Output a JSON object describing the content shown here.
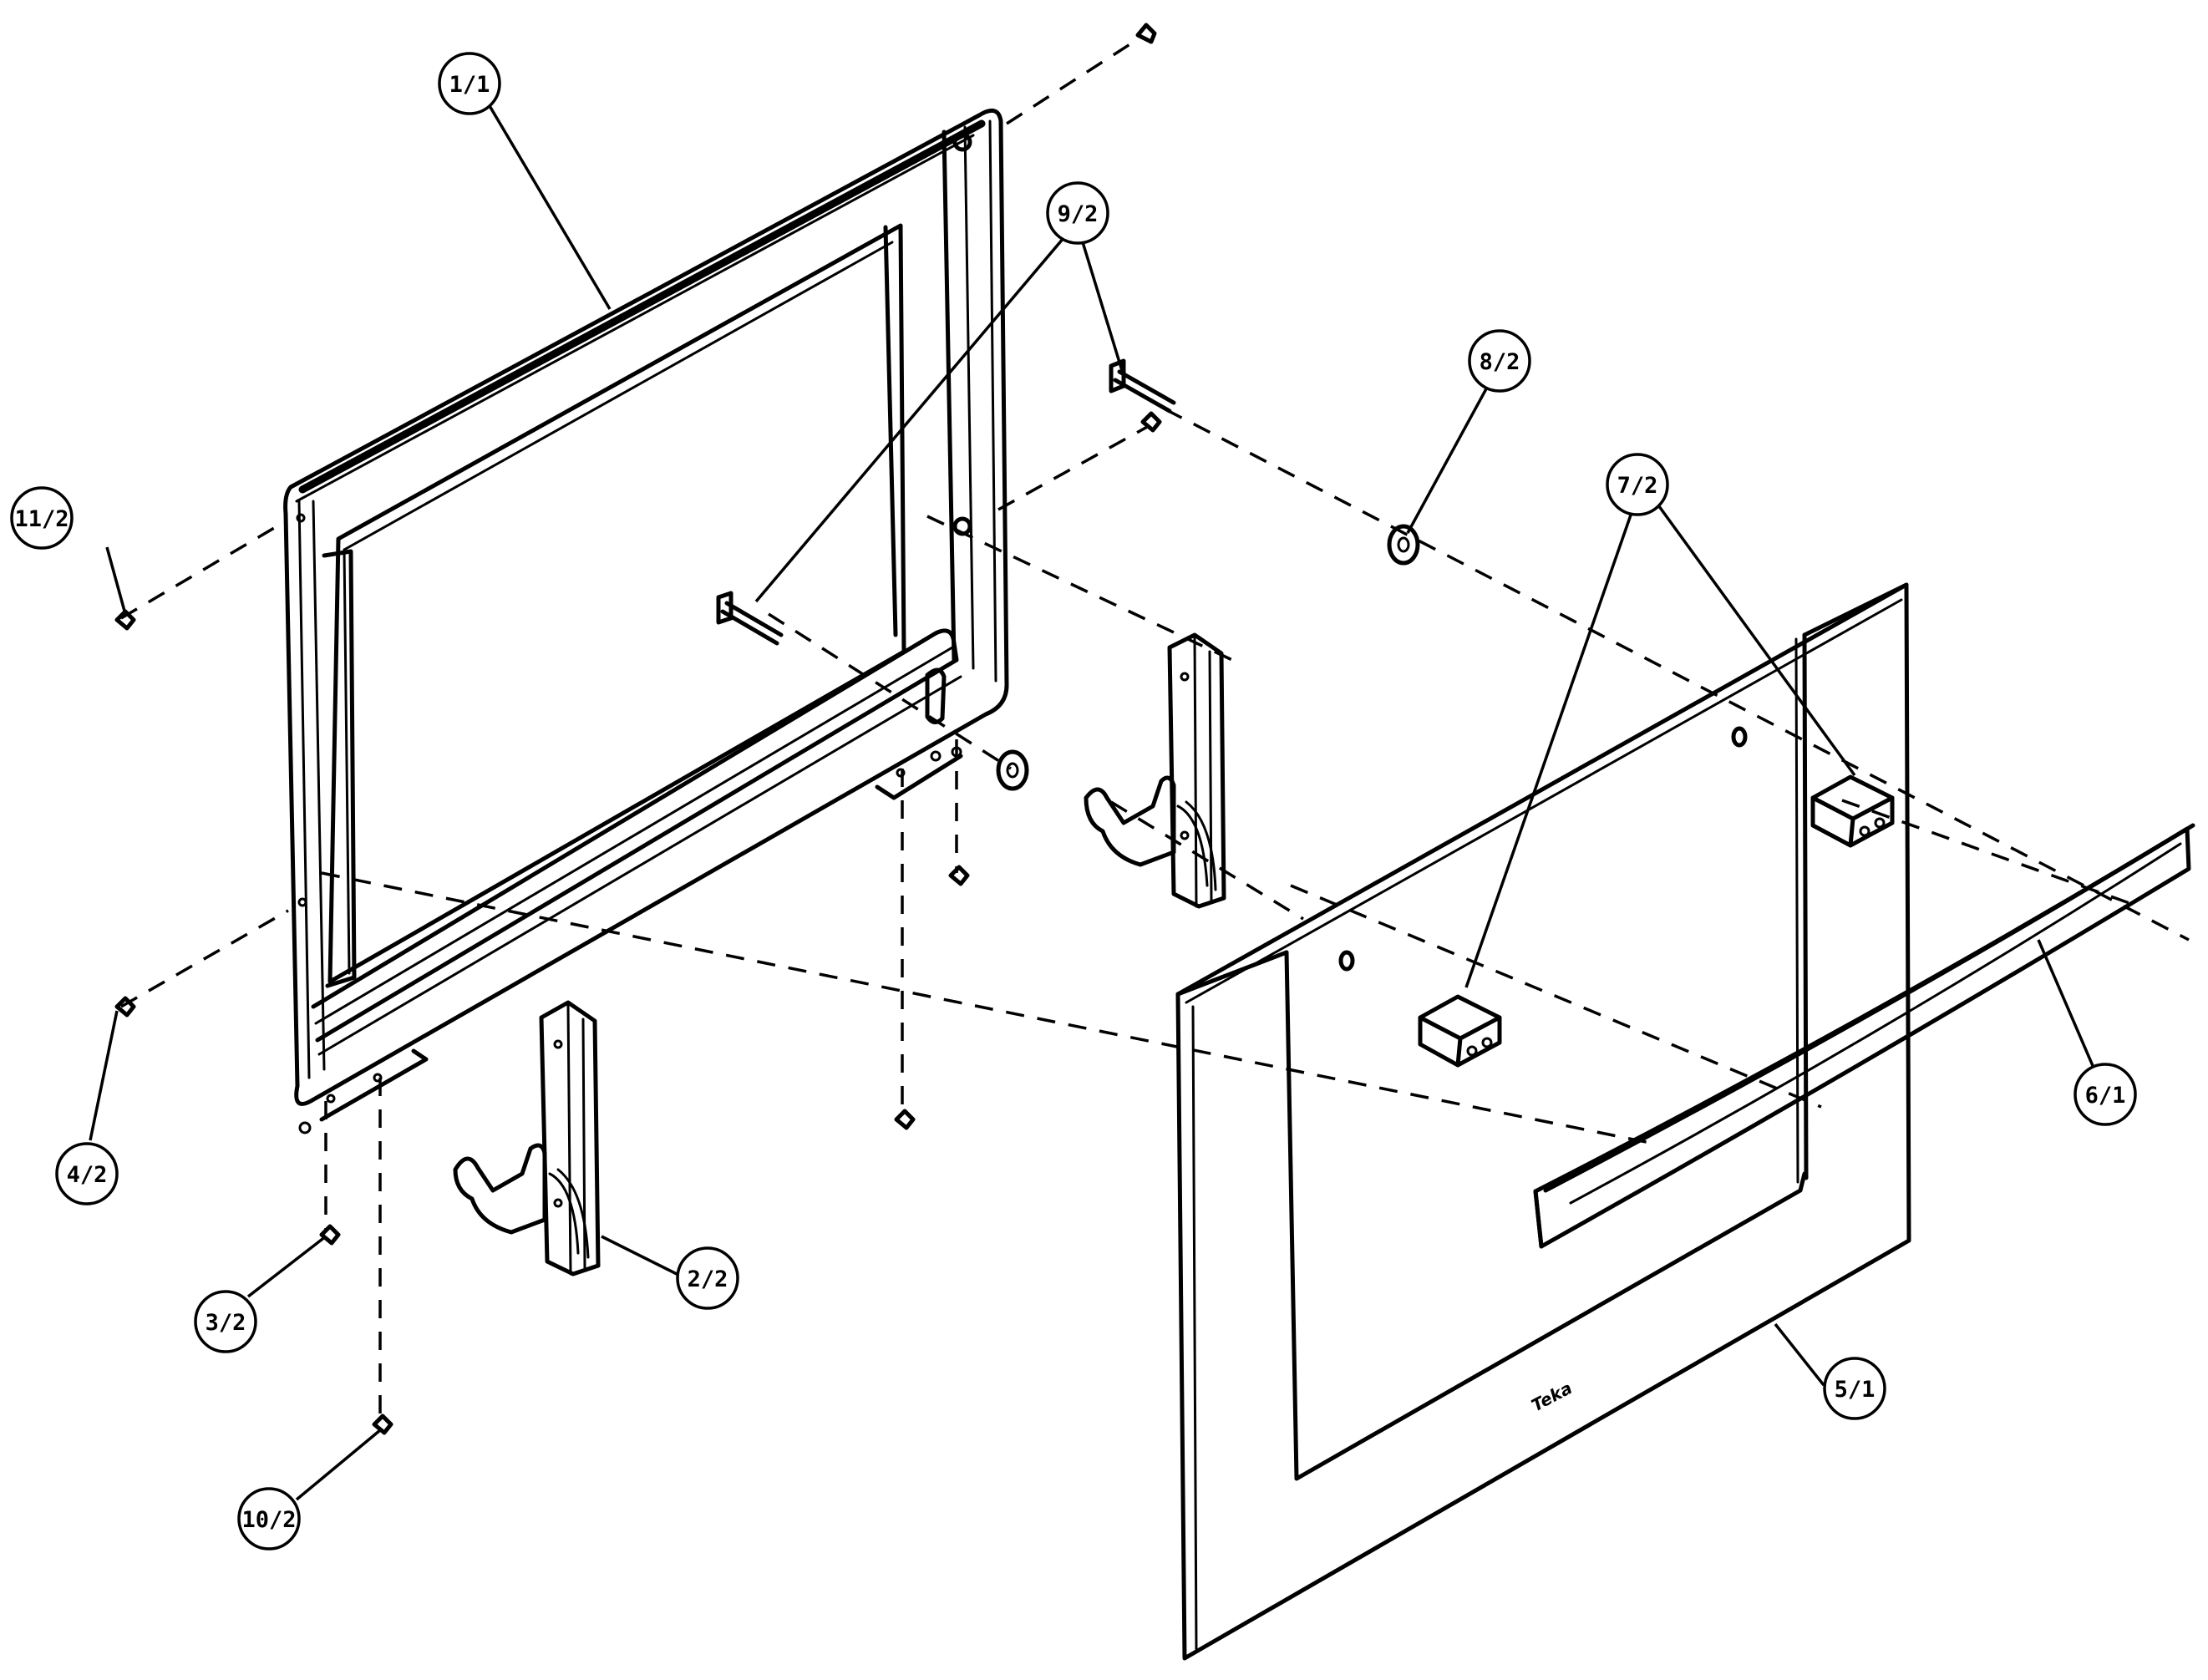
{
  "diagram": {
    "type": "exploded-parts-view",
    "logo_text": "Teka",
    "callouts": [
      {
        "id": "c-1-1",
        "label": "1/1",
        "part": "inner-door-frame"
      },
      {
        "id": "c-2-2",
        "label": "2/2",
        "part": "door-hinge"
      },
      {
        "id": "c-3-2",
        "label": "3/2",
        "part": "screw"
      },
      {
        "id": "c-4-2",
        "label": "4/2",
        "part": "screw"
      },
      {
        "id": "c-5-1",
        "label": "5/1",
        "part": "outer-door-glass"
      },
      {
        "id": "c-6-1",
        "label": "6/1",
        "part": "door-handle"
      },
      {
        "id": "c-7-2",
        "label": "7/2",
        "part": "handle-support-block"
      },
      {
        "id": "c-8-2",
        "label": "8/2",
        "part": "washer"
      },
      {
        "id": "c-9-2",
        "label": "9/2",
        "part": "handle-bolt"
      },
      {
        "id": "c-10-2",
        "label": "10/2",
        "part": "screw"
      },
      {
        "id": "c-11-2",
        "label": "11/2",
        "part": "screw"
      }
    ]
  }
}
